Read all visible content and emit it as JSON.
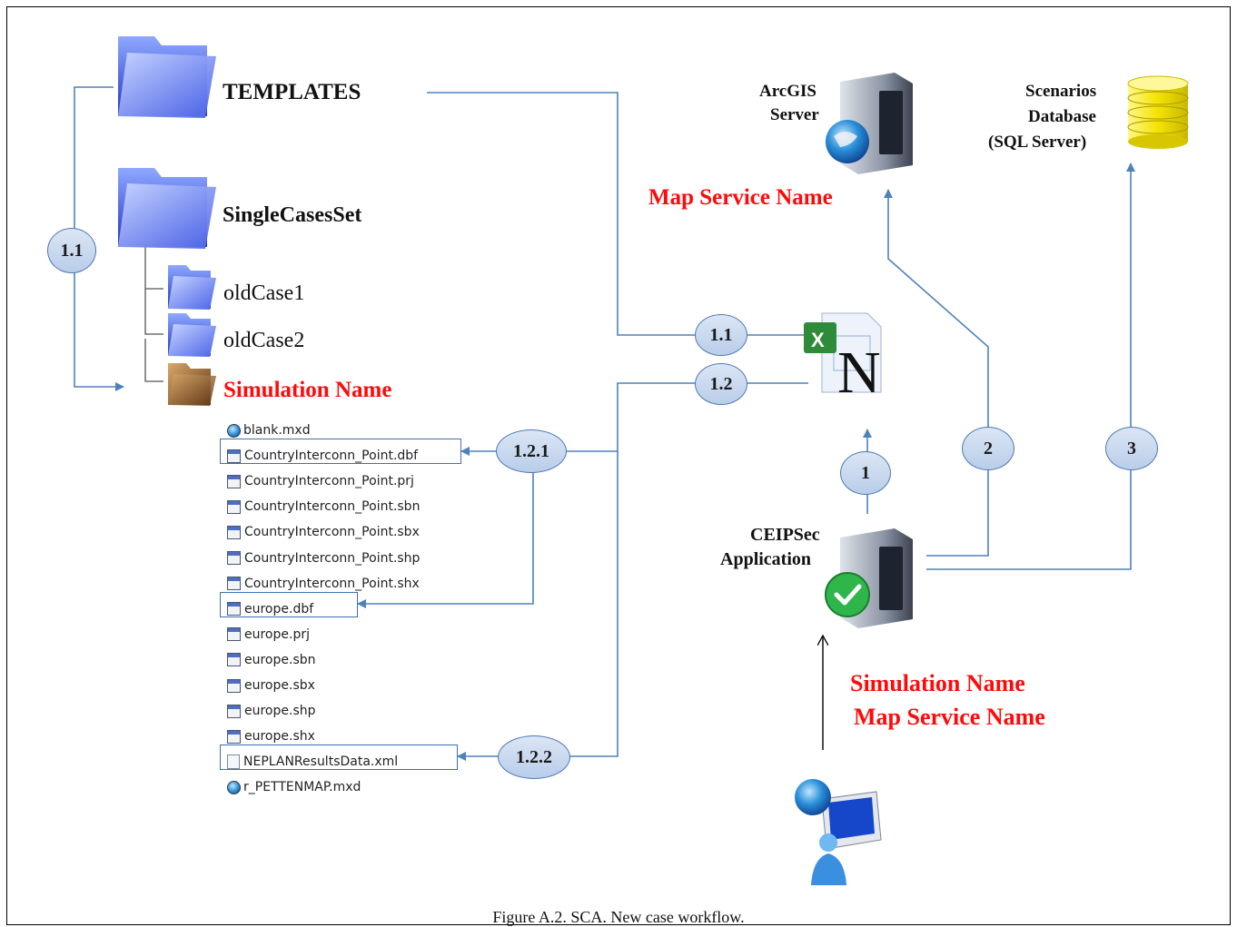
{
  "folders": {
    "templates": "TEMPLATES",
    "single_cases_set": "SingleCasesSet",
    "old_case_1": "oldCase1",
    "old_case_2": "oldCase2",
    "simulation_name": "Simulation Name"
  },
  "files": [
    "blank.mxd",
    "CountryInterconn_Point.dbf",
    "CountryInterconn_Point.prj",
    "CountryInterconn_Point.sbn",
    "CountryInterconn_Point.sbx",
    "CountryInterconn_Point.shp",
    "CountryInterconn_Point.shx",
    "europe.dbf",
    "europe.prj",
    "europe.sbn",
    "europe.sbx",
    "europe.shp",
    "europe.shx",
    "NEPLANResultsData.xml",
    "r_PETTENMAP.mxd"
  ],
  "servers": {
    "arcgis_line1": "ArcGIS",
    "arcgis_line2": "Server",
    "map_service_name": "Map Service Name",
    "db_line1": "Scenarios",
    "db_line2": "Database",
    "db_line3": "(SQL Server)",
    "app_line1": "CEIPSec",
    "app_line2": "Application"
  },
  "inputs": {
    "simulation_name": "Simulation Name",
    "map_service_name": "Map Service Name"
  },
  "steps": {
    "s1_1_left": "1.1",
    "s1_1_right": "1.1",
    "s1_2": "1.2",
    "s1_2_1": "1.2.1",
    "s1_2_2": "1.2.2",
    "s1": "1",
    "s2": "2",
    "s3": "3"
  },
  "caption": "Figure A.2. SCA. New case workflow.",
  "colors": {
    "connector": "#4f81bd",
    "highlight_text": "#ff0a0a",
    "folder_blue": "#3f5fe0",
    "folder_brown": "#8a5a2c",
    "database_yellow": "#f4e300"
  }
}
